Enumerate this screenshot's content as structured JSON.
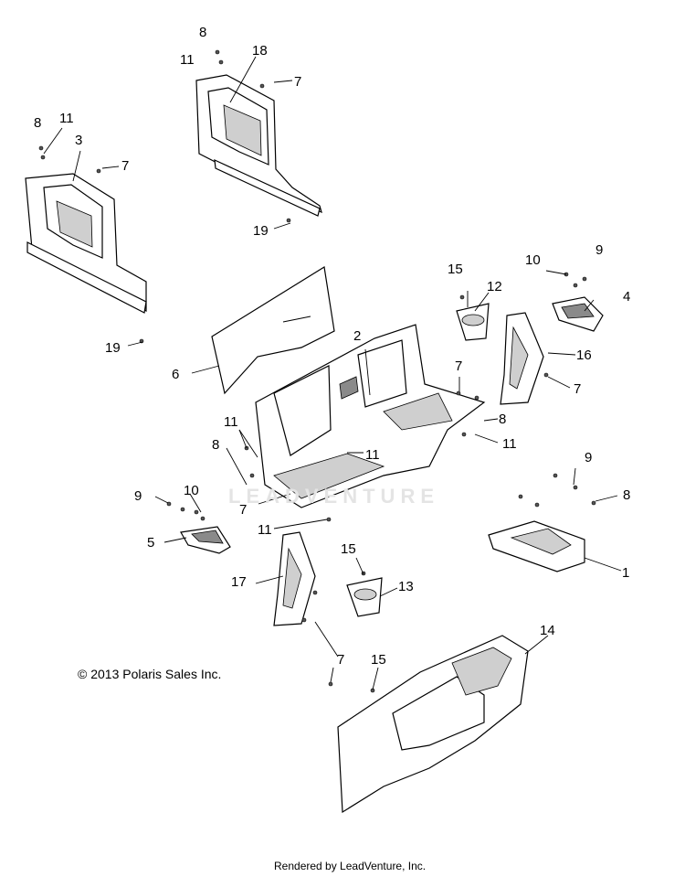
{
  "watermark": "LEADVENTURE",
  "copyright": "© 2013 Polaris Sales Inc.",
  "rendered_by": "Rendered by LeadVenture, Inc.",
  "callouts": [
    {
      "id": "c8a",
      "label": "8"
    },
    {
      "id": "c11a",
      "label": "11"
    },
    {
      "id": "c18",
      "label": "18"
    },
    {
      "id": "c7a",
      "label": "7"
    },
    {
      "id": "c8b",
      "label": "8"
    },
    {
      "id": "c11b",
      "label": "11"
    },
    {
      "id": "c3",
      "label": "3"
    },
    {
      "id": "c7b",
      "label": "7"
    },
    {
      "id": "c19a",
      "label": "19"
    },
    {
      "id": "c15a",
      "label": "15"
    },
    {
      "id": "c12",
      "label": "12"
    },
    {
      "id": "c10a",
      "label": "10"
    },
    {
      "id": "c9a",
      "label": "9"
    },
    {
      "id": "c4",
      "label": "4"
    },
    {
      "id": "c19b",
      "label": "19"
    },
    {
      "id": "c6",
      "label": "6"
    },
    {
      "id": "c2",
      "label": "2"
    },
    {
      "id": "c16",
      "label": "16"
    },
    {
      "id": "c7c",
      "label": "7"
    },
    {
      "id": "c7d",
      "label": "7"
    },
    {
      "id": "c8c",
      "label": "8"
    },
    {
      "id": "c11c",
      "label": "11"
    },
    {
      "id": "c11d",
      "label": "11"
    },
    {
      "id": "c11e",
      "label": "11"
    },
    {
      "id": "c8d",
      "label": "8"
    },
    {
      "id": "c9b",
      "label": "9"
    },
    {
      "id": "c8e",
      "label": "8"
    },
    {
      "id": "c9c",
      "label": "9"
    },
    {
      "id": "c10b",
      "label": "10"
    },
    {
      "id": "c7e",
      "label": "7"
    },
    {
      "id": "c11f",
      "label": "11"
    },
    {
      "id": "c5",
      "label": "5"
    },
    {
      "id": "c1",
      "label": "1"
    },
    {
      "id": "c15b",
      "label": "15"
    },
    {
      "id": "c17",
      "label": "17"
    },
    {
      "id": "c13",
      "label": "13"
    },
    {
      "id": "c14",
      "label": "14"
    },
    {
      "id": "c7f",
      "label": "7"
    },
    {
      "id": "c15c",
      "label": "15"
    }
  ]
}
